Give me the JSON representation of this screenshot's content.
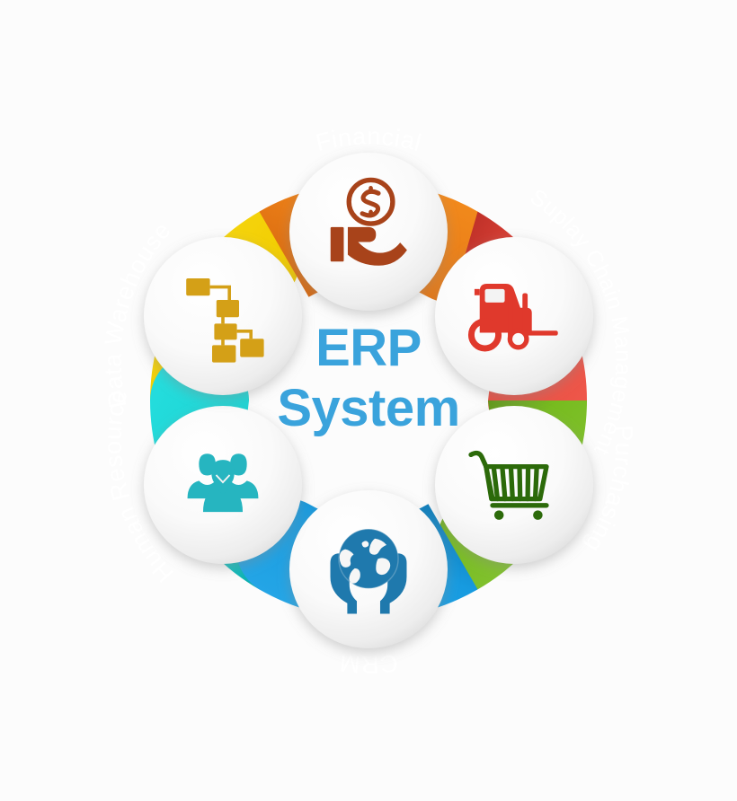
{
  "center": {
    "line1": "ERP",
    "line2": "System",
    "color": "#3aa3dc"
  },
  "background": "#fcfcfc",
  "bubble": {
    "fill_light": "#ffffff",
    "fill_dark": "#e2e2e2"
  },
  "segments": [
    {
      "id": "financial",
      "label": "Financial",
      "color": "#ef8316",
      "color_dark": "#cf5f0b",
      "icon_name": "hand-with-dollar-coin-icon",
      "icon_color": "#a8431a",
      "angle_deg": -90,
      "text_dx": 0,
      "flip": false
    },
    {
      "id": "supply-chain-management",
      "label": "Suplay Chain Management",
      "color": "#ea4d40",
      "color_dark": "#b32a23",
      "icon_name": "forklift-icon",
      "icon_color": "#e0392c",
      "angle_deg": -30,
      "text_dx": 0,
      "flip": false
    },
    {
      "id": "purchasing",
      "label": "Purchasing",
      "color": "#78bc21",
      "color_dark": "#4e7c10",
      "icon_name": "shopping-cart-icon",
      "icon_color": "#2c6a0a",
      "angle_deg": 30,
      "text_dx": 0,
      "flip": true
    },
    {
      "id": "crm",
      "label": "CRM",
      "color": "#179be0",
      "color_dark": "#0b6fa8",
      "icon_name": "globe-in-hands-icon",
      "icon_color": "#1f79ad",
      "angle_deg": 90,
      "text_dx": 0,
      "flip": true
    },
    {
      "id": "human-resource",
      "label": "Human Resource",
      "color": "#18d4d4",
      "color_dark": "#089b9b",
      "icon_name": "people-group-icon",
      "icon_color": "#26b5c0",
      "angle_deg": 150,
      "text_dx": 0,
      "flip": true
    },
    {
      "id": "data-warehouse",
      "label": "Data Warehouse",
      "color": "#f5d200",
      "color_dark": "#d1a600",
      "icon_name": "sitemap-hierarchy-icon",
      "icon_color": "#d4a017",
      "angle_deg": -150,
      "text_dx": 0,
      "flip": false
    }
  ]
}
